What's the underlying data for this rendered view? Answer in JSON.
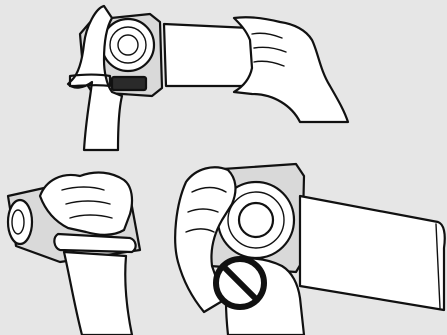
{
  "illustration": {
    "panels": [
      {
        "id": "correct-hold-front"
      },
      {
        "id": "correct-hold-side"
      },
      {
        "id": "incorrect-hold-lens-covered"
      }
    ],
    "prohibition_symbol": {
      "icon": "no-entry-circle-icon",
      "color": "#111111"
    },
    "background_color": "#e6e6e6"
  }
}
